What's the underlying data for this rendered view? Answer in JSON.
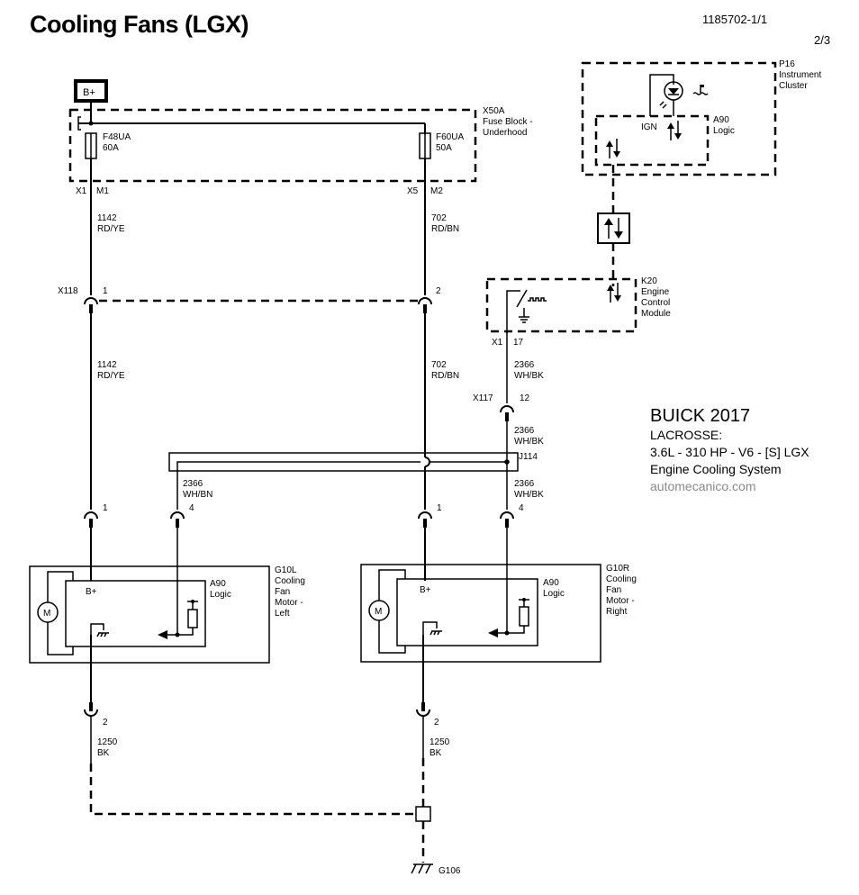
{
  "header": {
    "title": "Cooling Fans (LGX)",
    "doc_id": "1185702-1/1",
    "page": "2/3"
  },
  "power": {
    "label": "B+"
  },
  "fuse_block": {
    "id": "X50A",
    "name_line1": "Fuse Block -",
    "name_line2": "Underhood",
    "fuses": [
      {
        "id": "F48UA",
        "rating": "60A",
        "connector": "X1",
        "pin": "M1"
      },
      {
        "id": "F60UA",
        "rating": "50A",
        "connector": "X5",
        "pin": "M2"
      }
    ]
  },
  "wires": {
    "left_feed": {
      "circuit": "1142",
      "color": "RD/YE"
    },
    "right_feed": {
      "circuit": "702",
      "color": "RD/BN"
    },
    "ecm_out": {
      "circuit": "2366",
      "color": "WH/BK"
    },
    "left_signal": {
      "circuit": "2366",
      "color": "WH/BN"
    },
    "right_signal": {
      "circuit": "2366",
      "color": "WH/BK"
    },
    "ground": {
      "circuit": "1250",
      "color": "BK"
    }
  },
  "connectors": {
    "x118": {
      "id": "X118",
      "pin_left": "1",
      "pin_right": "2"
    },
    "x117": {
      "id": "X117",
      "pin": "12"
    },
    "ecm": {
      "connector": "X1",
      "pin": "17"
    },
    "splice": "J114",
    "fan_pins": {
      "power": "1",
      "signal": "4",
      "ground": "2"
    }
  },
  "cluster": {
    "id": "P16",
    "name_line1": "Instrument",
    "name_line2": "Cluster",
    "logic_id": "A90",
    "logic_label": "Logic",
    "ign_label": "IGN"
  },
  "ecm": {
    "id": "K20",
    "name_line1": "Engine",
    "name_line2": "Control",
    "name_line3": "Module"
  },
  "fans": [
    {
      "id": "G10L",
      "line1": "Cooling",
      "line2": "Fan",
      "line3": "Motor -",
      "line4": "Left",
      "logic_id": "A90",
      "logic_label": "Logic",
      "bplus": "B+",
      "motor": "M"
    },
    {
      "id": "G10R",
      "line1": "Cooling",
      "line2": "Fan",
      "line3": "Motor -",
      "line4": "Right",
      "logic_id": "A90",
      "logic_label": "Logic",
      "bplus": "B+",
      "motor": "M"
    }
  ],
  "ground": {
    "id": "G106"
  },
  "info": {
    "make_year": "BUICK 2017",
    "model": "LACROSSE:",
    "engine": "3.6L - 310 HP - V6 - [S] LGX",
    "system": "Engine Cooling System",
    "watermark": "automecanico.com",
    "watermark_color": "#8a8a8a"
  }
}
